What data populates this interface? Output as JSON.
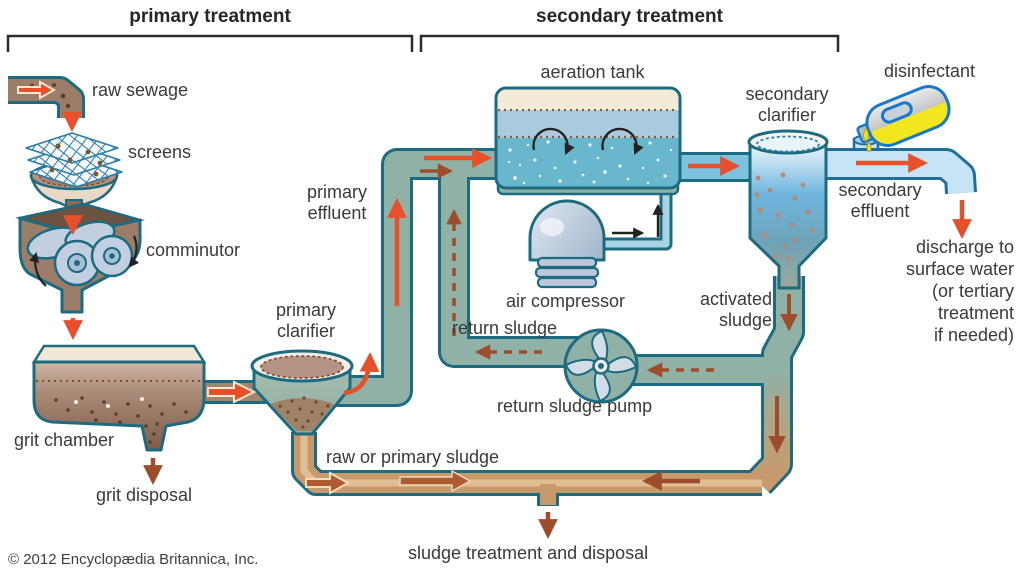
{
  "header": {
    "primary_section": "primary treatment",
    "secondary_section": "secondary treatment"
  },
  "labels": {
    "raw_sewage": "raw sewage",
    "screens": "screens",
    "comminutor": "comminutor",
    "grit_chamber": "grit chamber",
    "grit_disposal": "grit disposal",
    "primary_clarifier": "primary\nclarifier",
    "primary_effluent": "primary\neffluent",
    "aeration_tank": "aeration tank",
    "air_compressor": "air compressor",
    "return_sludge": "return sludge",
    "return_sludge_pump": "return sludge pump",
    "raw_or_primary_sludge": "raw or primary sludge",
    "sludge_treatment_and_disposal": "sludge treatment and disposal",
    "activated_sludge": "activated\nsludge",
    "secondary_clarifier": "secondary\nclarifier",
    "disinfectant": "disinfectant",
    "secondary_effluent": "secondary\neffluent",
    "discharge": "discharge to\nsurface water\n(or tertiary\ntreatment\nif needed)"
  },
  "footer": {
    "copyright": "© 2012 Encyclopædia Britannica, Inc."
  },
  "colors": {
    "pipe_teal": "#8FB1A6",
    "pipe_outline": "#1D6B80",
    "sludge_tan": "#C8996A",
    "effluent_blue": "#7CC2DE",
    "clean_blue": "#C6E4F6",
    "arrow_red": "#E8502B",
    "arrow_brown": "#9E4D2C",
    "disinfectant_yellow": "#F2E61F",
    "text": "#3A3A3A"
  }
}
